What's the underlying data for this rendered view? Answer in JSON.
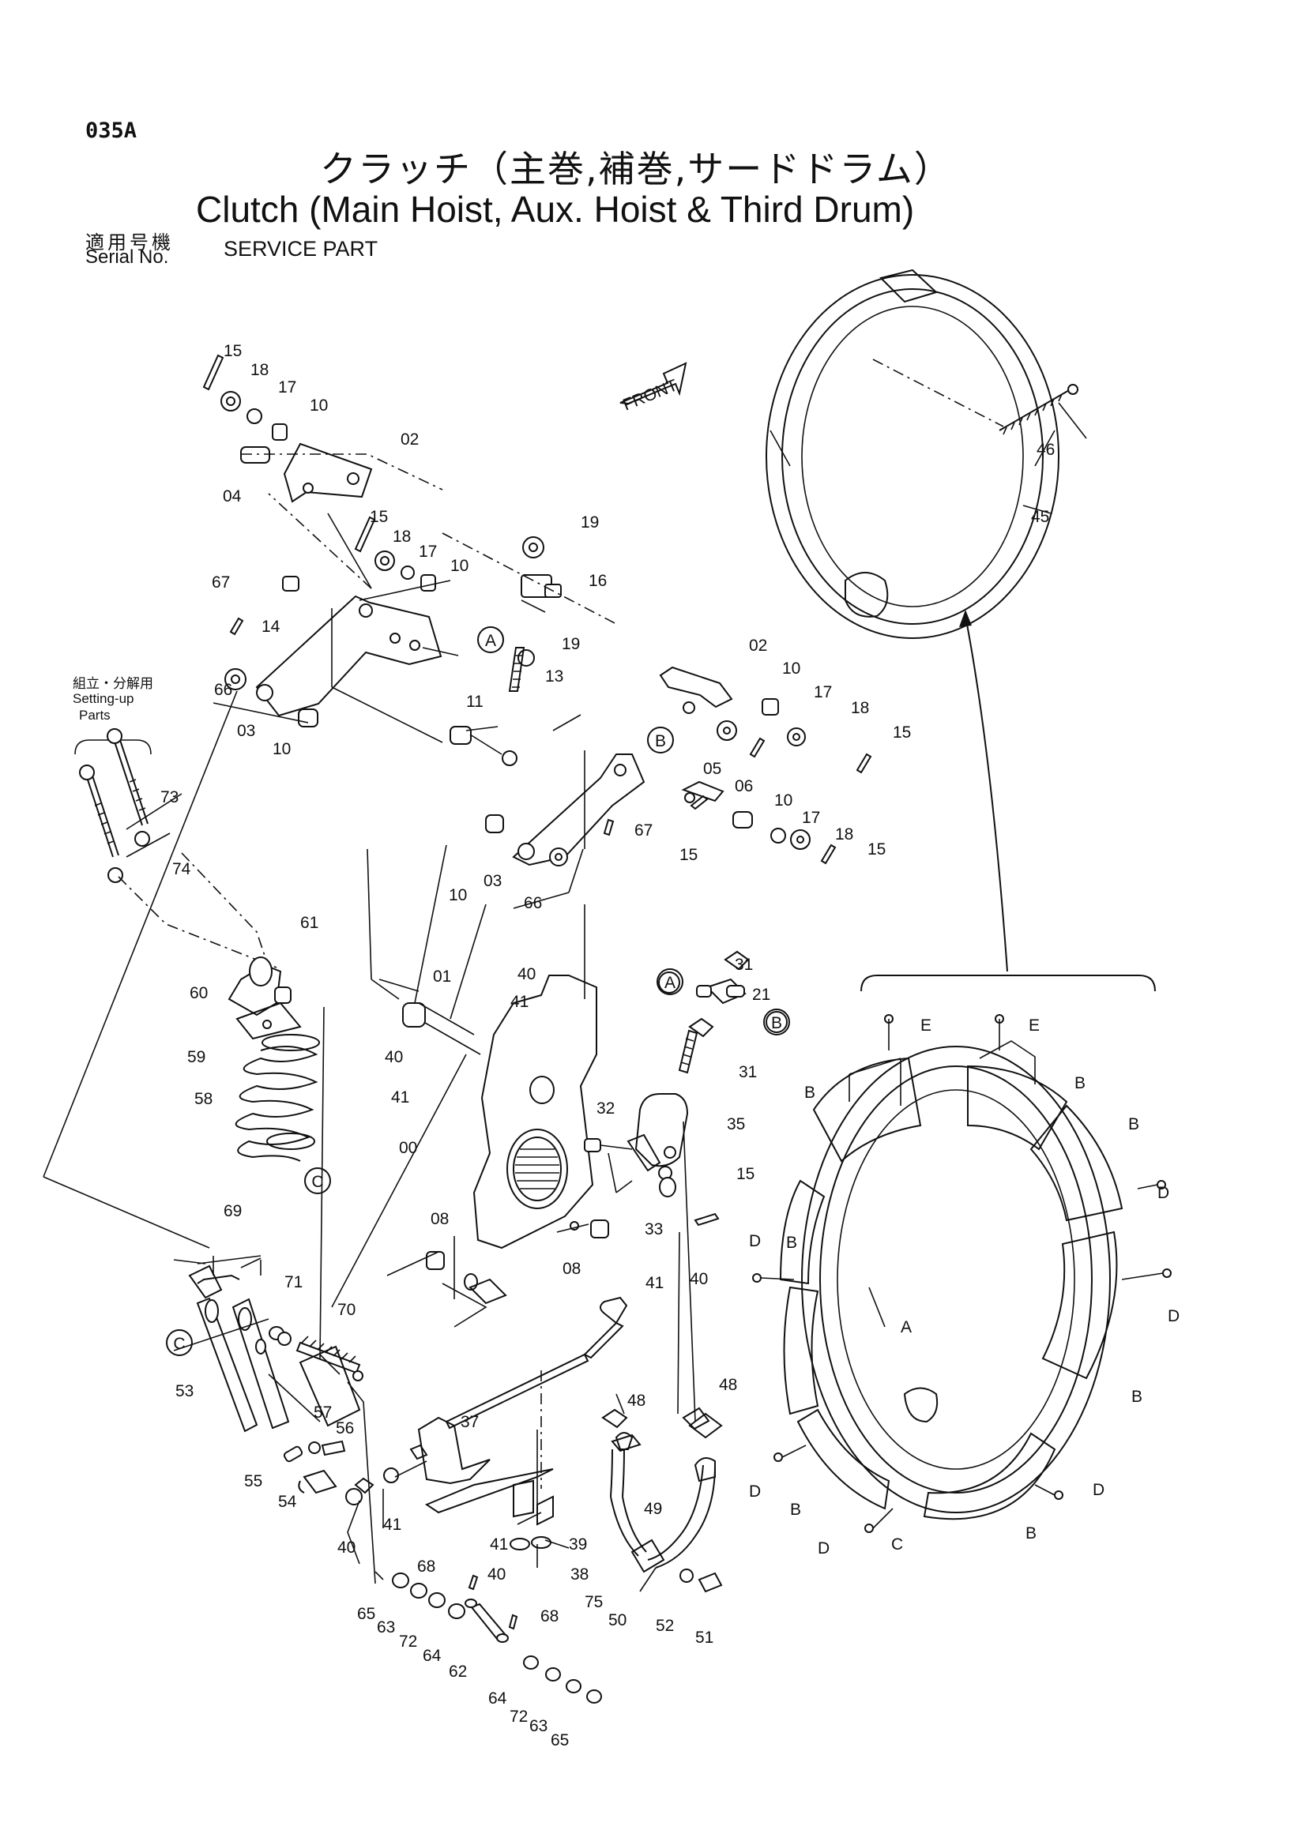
{
  "header": {
    "page_code": "035A",
    "title_jp": "クラッチ（主巻,補巻,サードドラム）",
    "title_en": "Clutch (Main Hoist, Aux. Hoist & Third Drum)",
    "serial_jp": "適用号機",
    "serial_en": "Serial No.",
    "service_part": "SERVICE PART"
  },
  "notes": {
    "setup_jp": "組立・分解用",
    "setup_en_1": "Setting-up",
    "setup_en_2": "Parts",
    "front_label": "FRONT"
  },
  "callouts": {
    "p00": "00",
    "p01": "01",
    "p02": "02",
    "p03": "03",
    "p04": "04",
    "p05": "05",
    "p06": "06",
    "p08": "08",
    "p10": "10",
    "p11": "11",
    "p13": "13",
    "p14": "14",
    "p15": "15",
    "p16": "16",
    "p17": "17",
    "p18": "18",
    "p19": "19",
    "p21": "21",
    "p31": "31",
    "p32": "32",
    "p33": "33",
    "p35": "35",
    "p37": "37",
    "p38": "38",
    "p39": "39",
    "p40": "40",
    "p41": "41",
    "p45": "45",
    "p46": "46",
    "p48": "48",
    "p49": "49",
    "p50": "50",
    "p51": "51",
    "p52": "52",
    "p53": "53",
    "p54": "54",
    "p55": "55",
    "p56": "56",
    "p57": "57",
    "p58": "58",
    "p59": "59",
    "p60": "60",
    "p61": "61",
    "p62": "62",
    "p63": "63",
    "p64": "64",
    "p65": "65",
    "p66": "66",
    "p67": "67",
    "p68": "68",
    "p69": "69",
    "p70": "70",
    "p71": "71",
    "p72": "72",
    "p73": "73",
    "p74": "74",
    "p75": "75"
  },
  "refs": {
    "a": "A",
    "b": "B",
    "c": "C",
    "d": "D",
    "e": "E"
  }
}
